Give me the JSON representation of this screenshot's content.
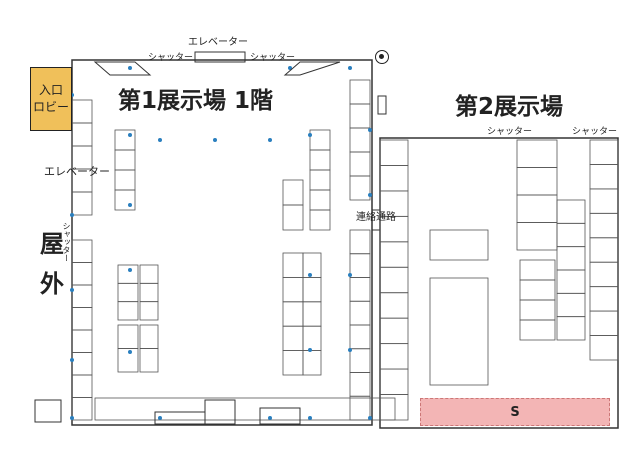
{
  "hall1": {
    "title": "第1展示場 1階"
  },
  "hall2": {
    "title": "第2展示場"
  },
  "lobby": {
    "line1": "入口",
    "line2": "ロビー"
  },
  "outdoor": {
    "line1": "屋",
    "line2": "外"
  },
  "labels": {
    "elevator_top": "エレベーター",
    "elevator_left": "エレベーター",
    "shutter": "シャッター",
    "corridor": "連絡通路"
  },
  "areas": {
    "s_label": "S"
  },
  "colors": {
    "lobby": "#f0c05a",
    "s_area": "#f3b5b5",
    "dot": "#2a7fbf"
  },
  "icons": {
    "compass": "compass-icon"
  }
}
